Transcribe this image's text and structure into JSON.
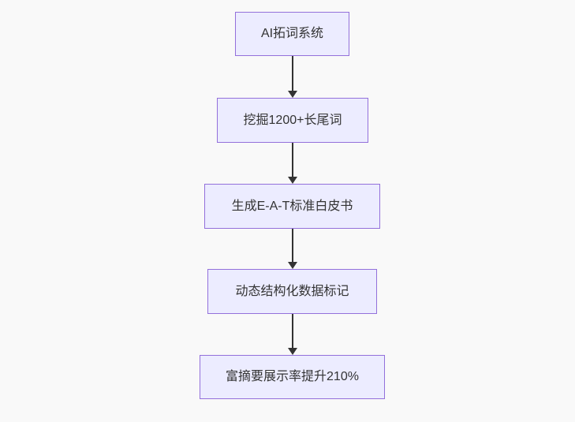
{
  "diagram": {
    "type": "flowchart",
    "direction": "top-down",
    "nodes": [
      {
        "id": "ai-word-expansion-system",
        "label": "AI拓词系统"
      },
      {
        "id": "mine-longtail-keywords",
        "label": "挖掘1200+长尾词"
      },
      {
        "id": "generate-eat-whitepaper",
        "label": "生成E-A-T标准白皮书"
      },
      {
        "id": "dynamic-structured-data",
        "label": "动态结构化数据标记"
      },
      {
        "id": "rich-snippet-rate-up",
        "label": "富摘要展示率提升210%"
      }
    ],
    "edges": [
      {
        "from": "ai-word-expansion-system",
        "to": "mine-longtail-keywords"
      },
      {
        "from": "mine-longtail-keywords",
        "to": "generate-eat-whitepaper"
      },
      {
        "from": "generate-eat-whitepaper",
        "to": "dynamic-structured-data"
      },
      {
        "from": "dynamic-structured-data",
        "to": "rich-snippet-rate-up"
      }
    ],
    "colors": {
      "background": "#f9f9f9",
      "node_fill": "#ECECFF",
      "node_border": "#9370DB",
      "node_text": "#333333",
      "arrow": "#333333"
    }
  }
}
